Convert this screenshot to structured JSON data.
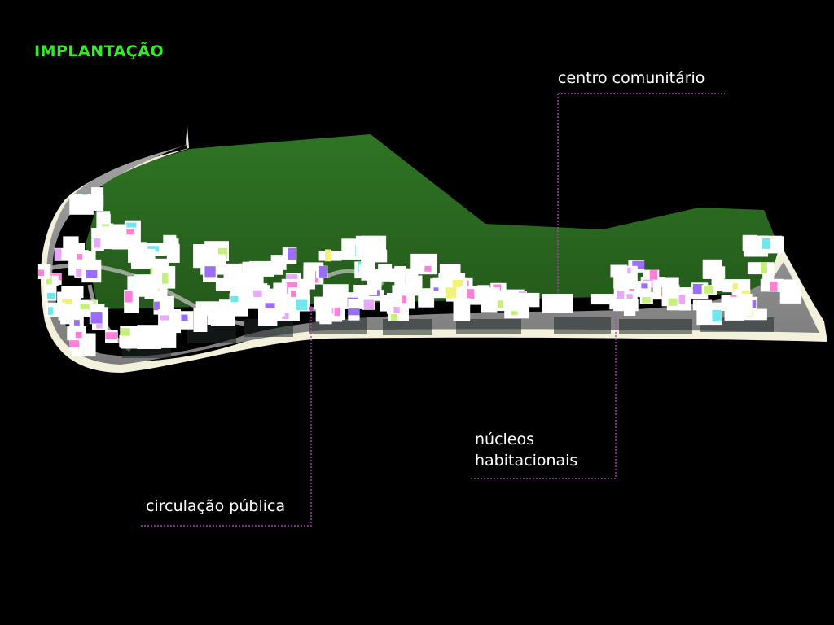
{
  "title": "IMPLANTAÇÃO",
  "labels": {
    "centro_comunitario": "centro comunitário",
    "nucleos_line1": "núcleos",
    "nucleos_line2": "habitacionais",
    "circulacao_publica": "circulação pública"
  },
  "colors": {
    "background": "#000000",
    "title": "#38e82a",
    "terrain": "#2f6e22",
    "road": "#8f8f8f",
    "road_edge": "#f3f1dc",
    "building": "#ffffff",
    "leader_line": "#b040b8",
    "accents": [
      "#ff7fd9",
      "#6fe6f0",
      "#c6f07a",
      "#e8a8ff",
      "#9a6cff",
      "#f2f27a"
    ]
  }
}
